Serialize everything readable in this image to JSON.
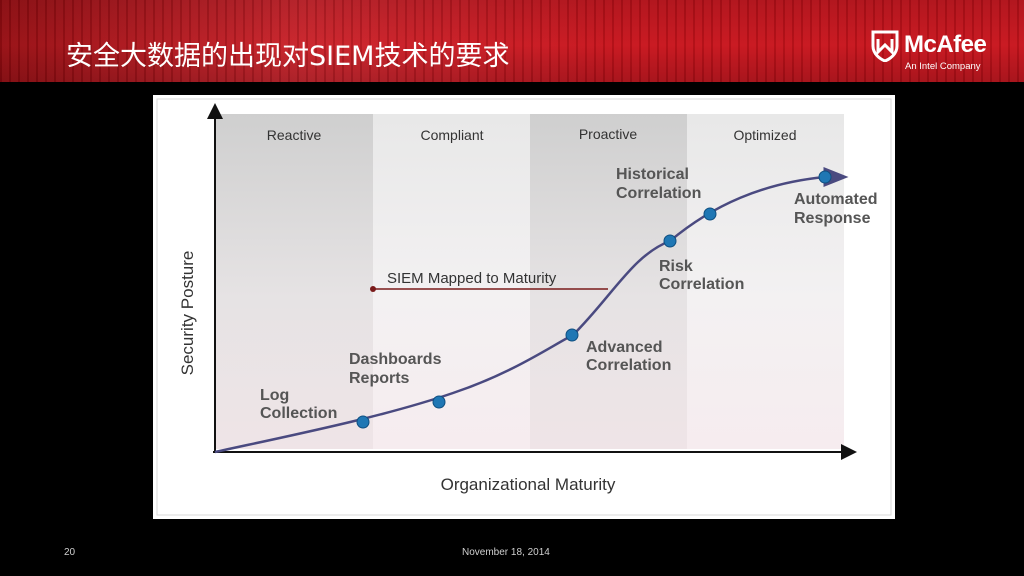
{
  "slide": {
    "title": "安全大数据的出现对SIEM技术的要求",
    "page_number": "20",
    "date": "November 18, 2014"
  },
  "logo": {
    "brand": "McAfee",
    "tagline": "An Intel Company"
  },
  "diagram": {
    "stages": [
      "Reactive",
      "Compliant",
      "Proactive",
      "Optimized"
    ],
    "y_axis_label": "Security Posture",
    "x_axis_label": "Organizational Maturity",
    "legend_label": "SIEM Mapped to Maturity",
    "milestones": [
      {
        "line1": "Log",
        "line2": "Collection"
      },
      {
        "line1": "Dashboards",
        "line2": "Reports"
      },
      {
        "line1": "Advanced",
        "line2": "Correlation"
      },
      {
        "line1": "Risk",
        "line2": "Correlation"
      },
      {
        "line1": "Historical",
        "line2": "Correlation"
      },
      {
        "line1": "Automated",
        "line2": "Response"
      }
    ],
    "colors": {
      "curve": "#4a4a80",
      "dot": "#1f77b4",
      "legend_line": "#7a1a1a",
      "header_red": "#c8141c"
    }
  }
}
